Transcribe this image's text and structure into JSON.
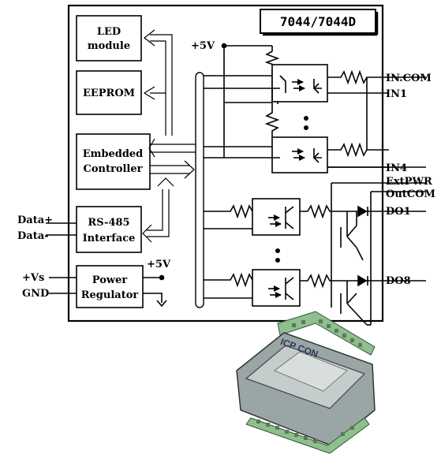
{
  "title": "7044/7044D",
  "blocks": {
    "led": [
      "LED",
      "module"
    ],
    "eeprom": "EEPROM",
    "controller": [
      "Embedded",
      "Controller"
    ],
    "rs485": [
      "RS-485",
      "Interface"
    ],
    "power": [
      "Power",
      "Regulator"
    ]
  },
  "labels": {
    "v5_top": "+5V",
    "v5_power": "+5V",
    "data_plus": "Data+",
    "data_minus": "Data-",
    "vs": "+Vs",
    "gnd": "GND",
    "in_com": "IN.COM",
    "in1": "IN1",
    "in4": "IN4",
    "extpwr": "ExtPWR",
    "outcom": "OutCOM",
    "do1": "DO1",
    "do8": "DO8"
  },
  "device": {
    "logo": "ICP CON",
    "color_body": "#9aa6a6",
    "color_top": "#c4cccc",
    "color_terminal": "#8fbf8f"
  }
}
